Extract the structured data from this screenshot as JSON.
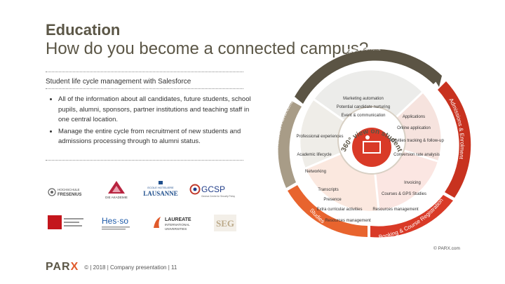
{
  "header": {
    "title": "Education",
    "subtitle": "How do you become a connected campus?"
  },
  "section": {
    "heading": "Student life cycle management with Salesforce",
    "bullets": [
      "All of the information about all candidates, future students, school pupils, alumni, sponsors, partner institutions and teaching staff in one central location.",
      "Manage the entire cycle from recruitment of new students and admissions processing through to alumni status."
    ]
  },
  "logos": [
    {
      "name": "HOCHSCHULE FRESENIUS"
    },
    {
      "name": "DIE AKADEMIE"
    },
    {
      "name": "ECOLE HOTELIERE LAUSANNE"
    },
    {
      "name": "GCSP"
    },
    {
      "name": "Hes·so"
    },
    {
      "name": "LAUREATE INTERNATIONAL UNIVERSITIES"
    },
    {
      "name": "SEG"
    }
  ],
  "diagram": {
    "center": "360° view on student",
    "segments": [
      {
        "name": "Recruitment",
        "color": "#5b5444",
        "items": [
          "Marketing automation",
          "Potential candidate nurturing",
          "Event & communication"
        ]
      },
      {
        "name": "Admissions & Enrolment",
        "color": "#c8321f",
        "items": [
          "Applications",
          "Online application",
          "Activities tracking & follow-up",
          "Conversion rate analysis"
        ]
      },
      {
        "name": "Booking & Course Registration",
        "color": "#d93a27",
        "items": [
          "Invoicing",
          "Courses & GPS Studies",
          "Resources management"
        ]
      },
      {
        "name": "Studies",
        "color": "#e8642e",
        "items": [
          "Transcripts",
          "Presence",
          "Extra curricular activities",
          "Resources management"
        ]
      },
      {
        "name": "Alumni Relations / Advancement",
        "color": "#a89c87",
        "items": [
          "Professional experiences",
          "Academic lifecycle",
          "Networking"
        ]
      }
    ],
    "copyright": "© PARX.com"
  },
  "footer": {
    "brand": "PARX",
    "text": "©  |  2018  |  Company presentation  |  11"
  }
}
